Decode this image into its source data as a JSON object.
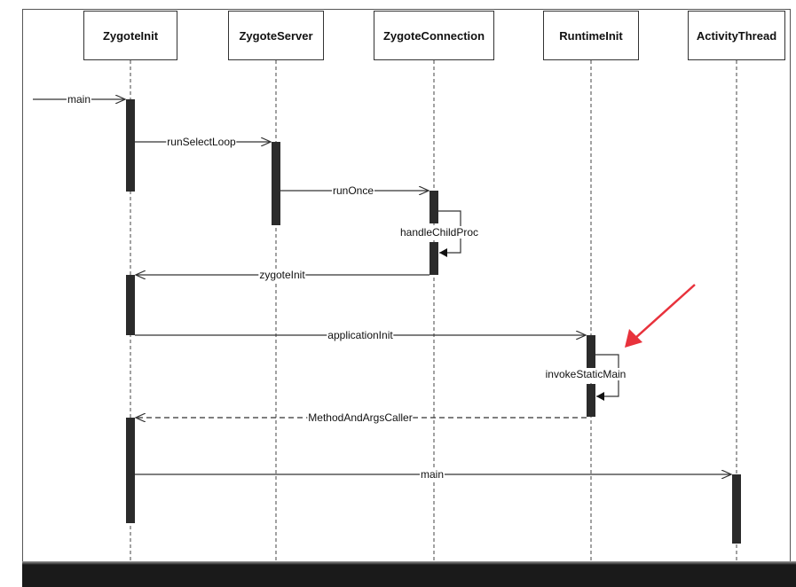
{
  "participants": [
    {
      "id": "zygote-init",
      "label": "ZygoteInit"
    },
    {
      "id": "zygote-server",
      "label": "ZygoteServer"
    },
    {
      "id": "zygote-connection",
      "label": "ZygoteConnection"
    },
    {
      "id": "runtime-init",
      "label": "RuntimeInit"
    },
    {
      "id": "activity-thread",
      "label": "ActivityThread"
    }
  ],
  "messages": [
    {
      "id": "main-entry",
      "label": "main",
      "from": "external",
      "to": "ZygoteInit",
      "style": "solid"
    },
    {
      "id": "run-select-loop",
      "label": "runSelectLoop",
      "from": "ZygoteInit",
      "to": "ZygoteServer",
      "style": "solid"
    },
    {
      "id": "run-once",
      "label": "runOnce",
      "from": "ZygoteServer",
      "to": "ZygoteConnection",
      "style": "solid"
    },
    {
      "id": "handle-child-proc",
      "label": "handleChildProc",
      "from": "ZygoteConnection",
      "to": "ZygoteConnection",
      "style": "self"
    },
    {
      "id": "zygote-init-call",
      "label": "zygoteInit",
      "from": "ZygoteConnection",
      "to": "ZygoteInit",
      "style": "solid"
    },
    {
      "id": "application-init",
      "label": "applicationInit",
      "from": "ZygoteInit",
      "to": "RuntimeInit",
      "style": "solid"
    },
    {
      "id": "invoke-static-main",
      "label": "invokeStaticMain",
      "from": "RuntimeInit",
      "to": "RuntimeInit",
      "style": "self"
    },
    {
      "id": "method-and-args-caller",
      "label": "MethodAndArgsCaller",
      "from": "RuntimeInit",
      "to": "ZygoteInit",
      "style": "dashed"
    },
    {
      "id": "main-activity-thread",
      "label": "main",
      "from": "ZygoteInit",
      "to": "ActivityThread",
      "style": "solid"
    }
  ],
  "highlight_color": "#e8323c",
  "line_color": "#333333",
  "activation_color": "#2b2b2b"
}
